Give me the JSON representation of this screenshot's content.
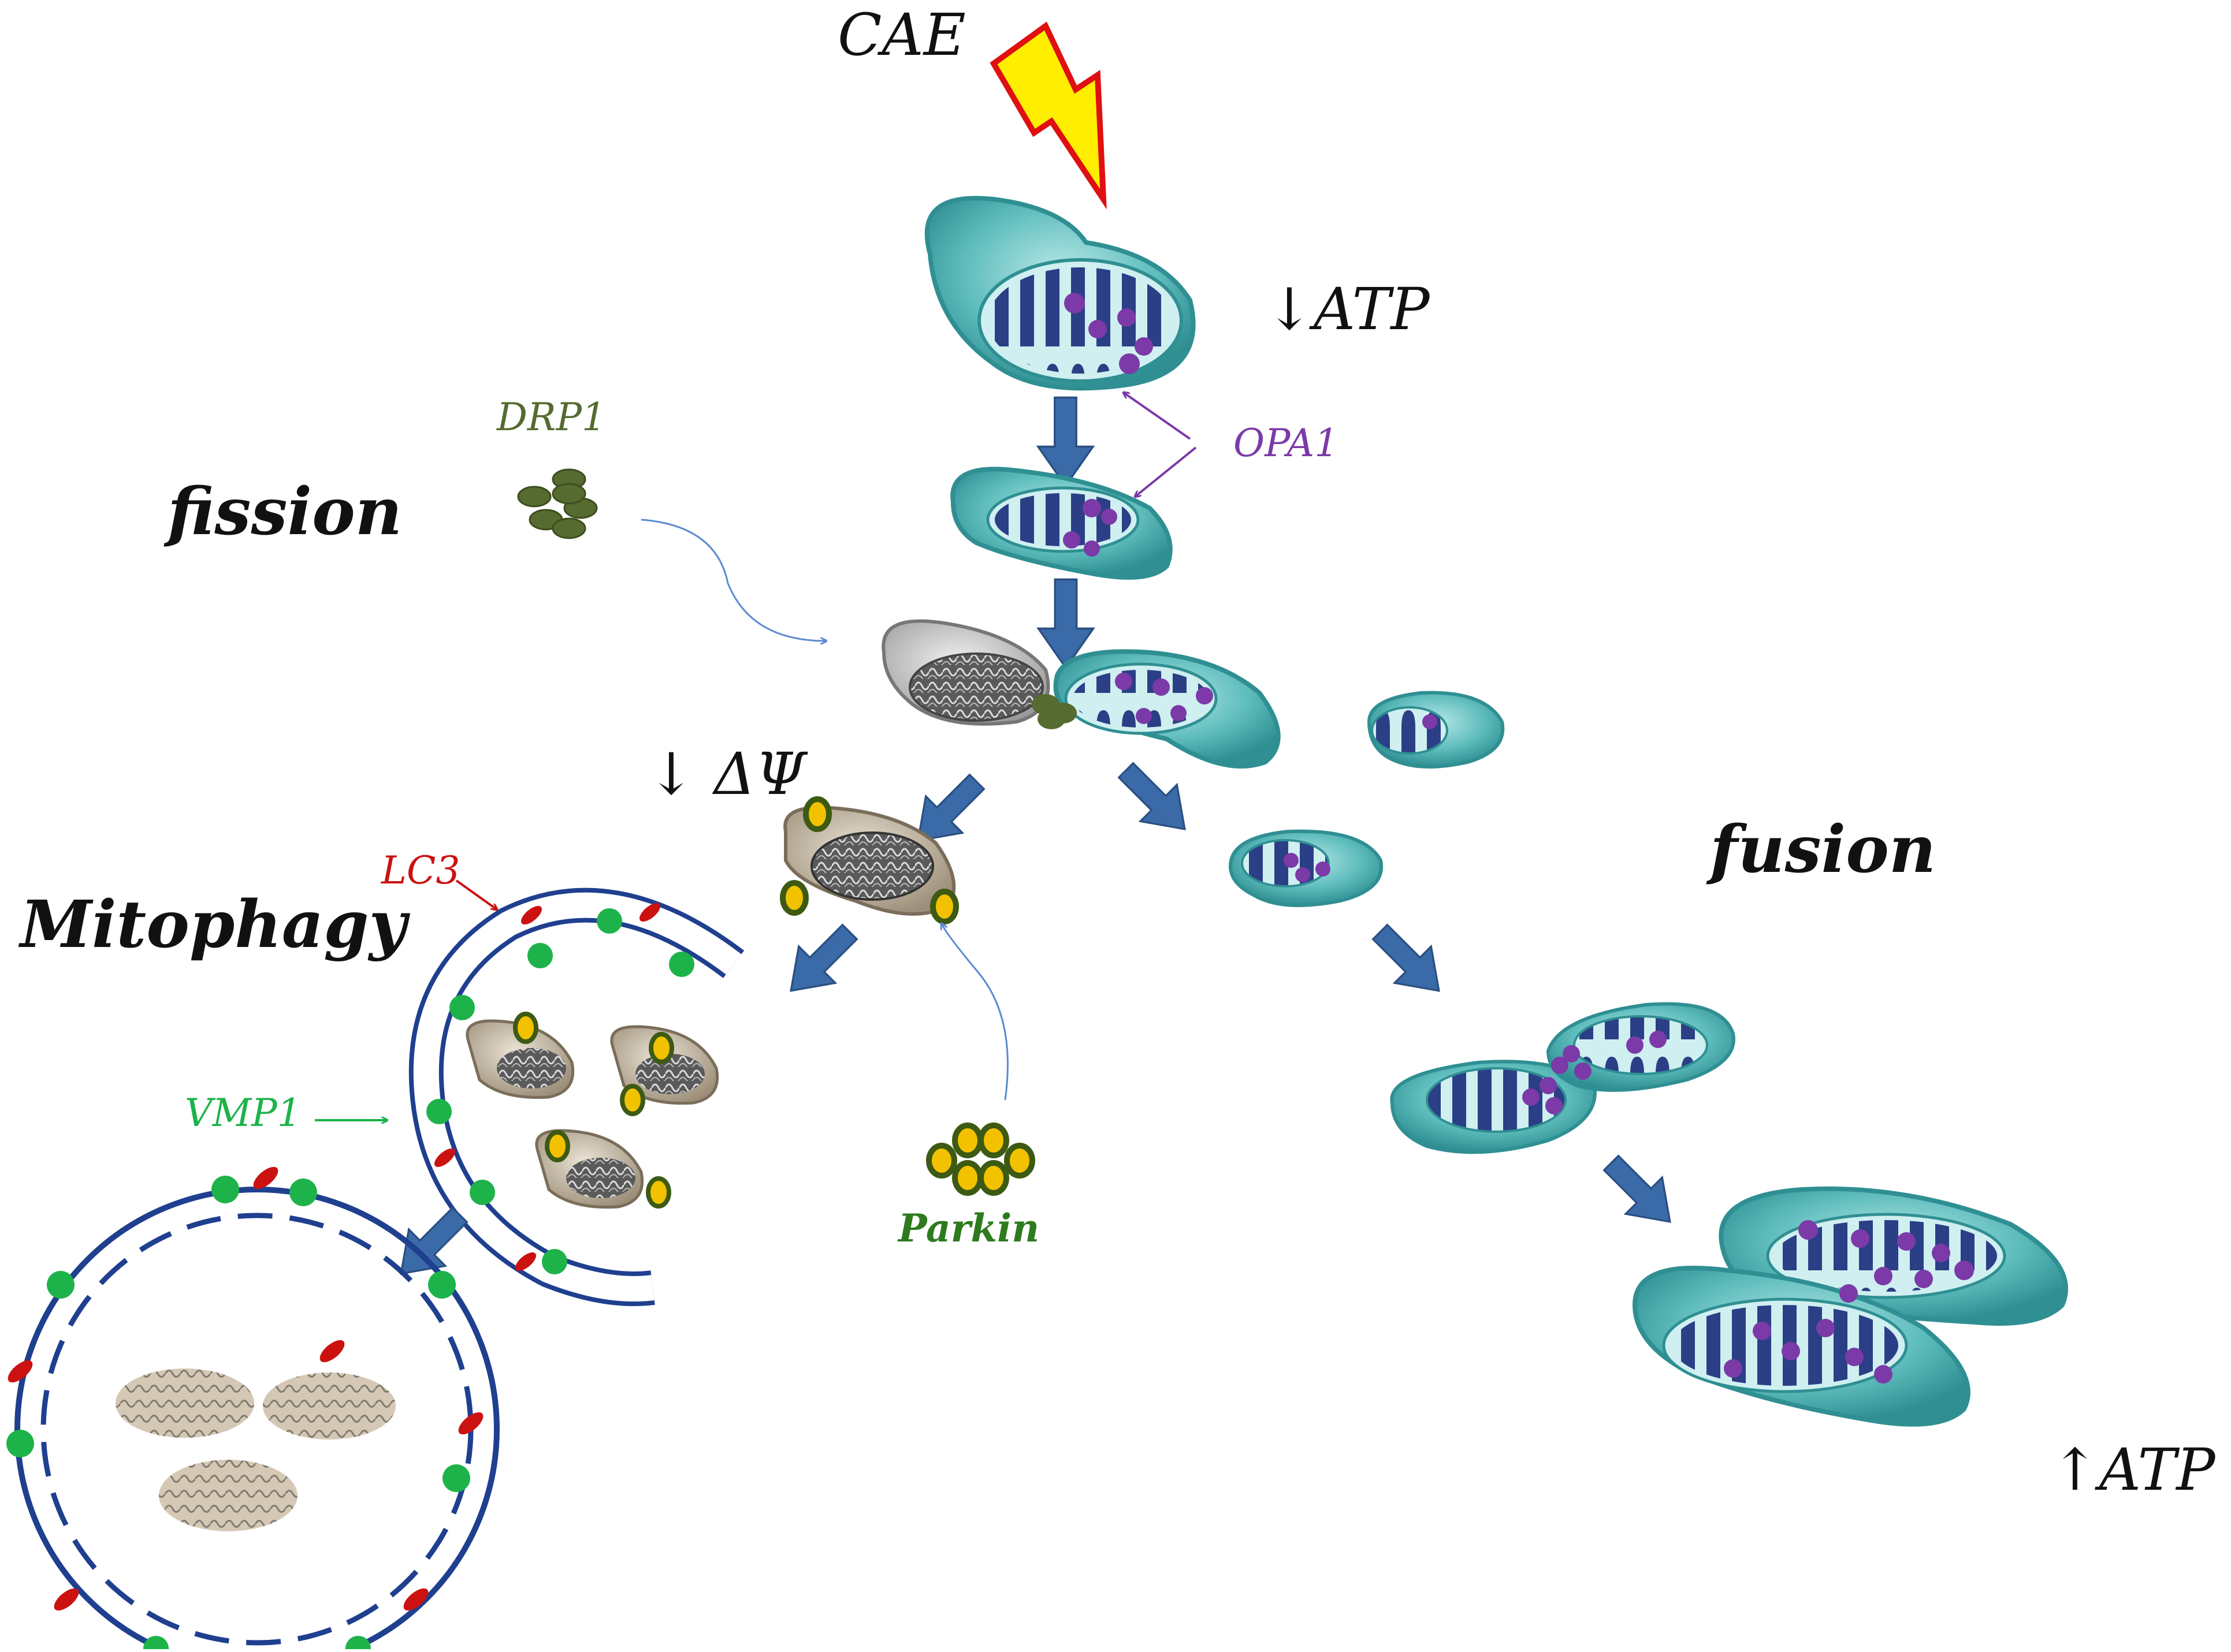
{
  "labels": {
    "cae": "CAE",
    "atp_down": "↓ATP",
    "atp_up": "↑ATP",
    "opa1": "OPA1",
    "drp1": "DRP1",
    "fission": "fission",
    "fusion": "fusion",
    "delta_psi": "↓ ΔΨ",
    "lc3": "LC3",
    "mitophagy": "Mitophagy",
    "vmp1": "VMP1",
    "parkin": "Parkin"
  },
  "colors": {
    "mito_outer": "#4fb3b3",
    "mito_outer_light": "#a8dede",
    "mito_inner": "#cfeff0",
    "cristae": "#2b3f86",
    "opa1_purple": "#7b3aa8",
    "drp1_olive": "#556b2f",
    "arrow_blue": "#3a6aa8",
    "membrane_blue": "#1f3f8f",
    "lc3_red": "#cc1111",
    "vmp1_green": "#1db34a",
    "parkin_yellow": "#f2c200",
    "damaged_tan": "#c9bca6",
    "lightning_yellow": "#ffee00",
    "lightning_red": "#e01010"
  }
}
